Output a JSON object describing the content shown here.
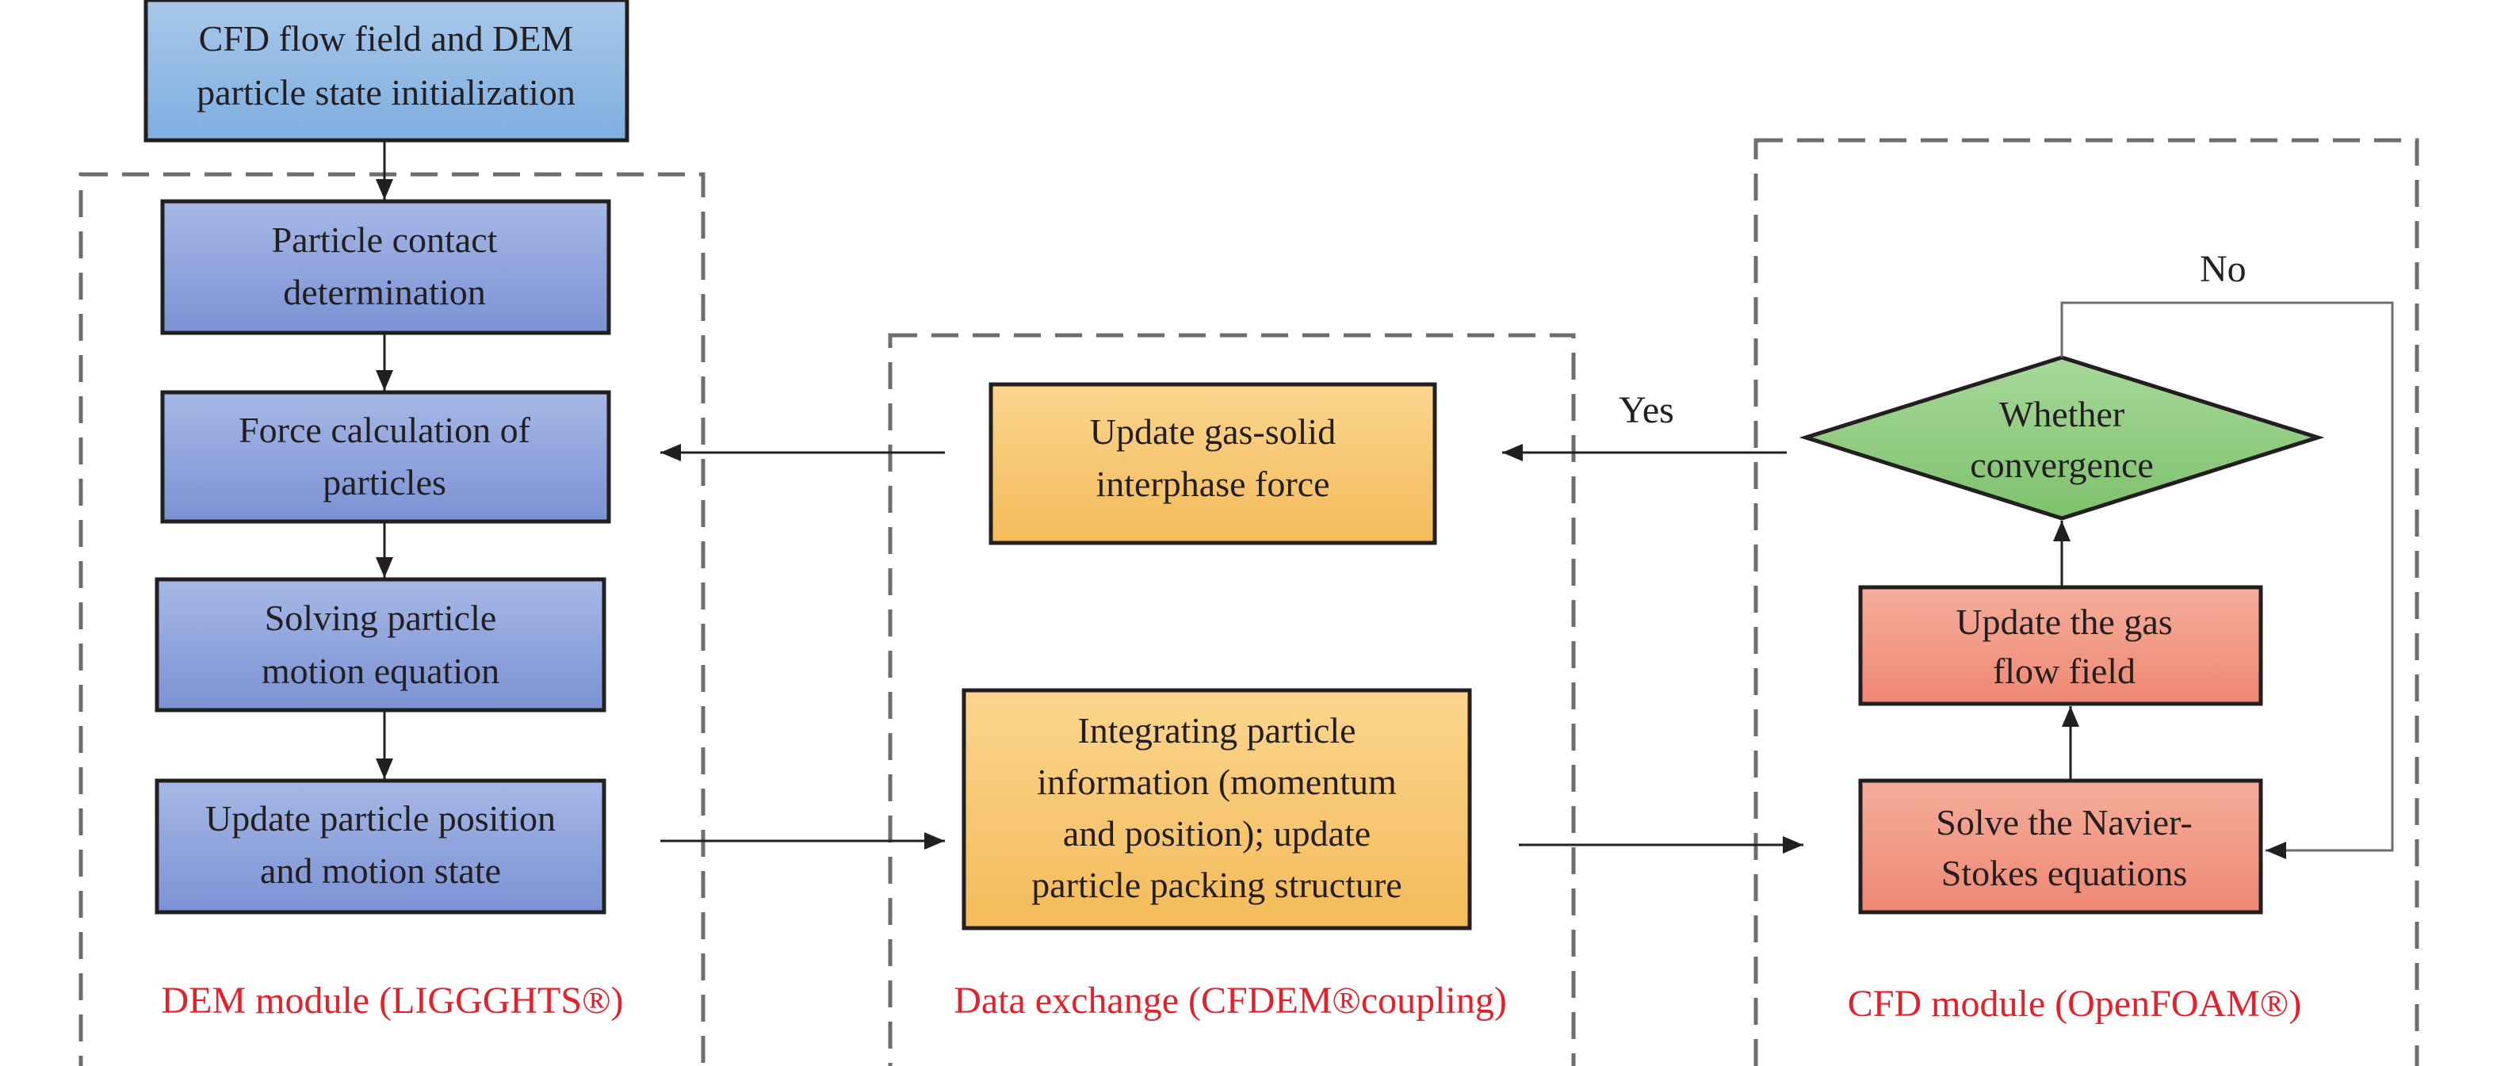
{
  "init": {
    "line1": "CFD flow field and DEM",
    "line2": "particle state initialization"
  },
  "dem": {
    "label": "DEM module (LIGGGHTS®)",
    "contact": {
      "line1": "Particle contact",
      "line2": "determination"
    },
    "force": {
      "line1": "Force calculation of",
      "line2": "particles"
    },
    "solving": {
      "line1": "Solving particle",
      "line2": "motion equation"
    },
    "update": {
      "line1": "Update particle position",
      "line2": "and motion state"
    }
  },
  "exchange": {
    "label": "Data exchange (CFDEM®coupling)",
    "gas_solid": {
      "line1": "Update gas-solid",
      "line2": "interphase force"
    },
    "integrating": {
      "line1": "Integrating particle",
      "line2": "information (momentum",
      "line3": "and position); update",
      "line4": "particle packing structure"
    }
  },
  "cfd": {
    "label": "CFD module (OpenFOAM®)",
    "convergence": {
      "line1": "Whether",
      "line2": "convergence"
    },
    "update_gas": {
      "line1": "Update the gas",
      "line2": "flow field"
    },
    "navier": {
      "line1": "Solve the Navier-",
      "line2": "Stokes equations"
    }
  },
  "edges": {
    "yes": "Yes",
    "no": "No"
  },
  "colors": {
    "blue_box": "#8ea6dc",
    "orange_box": "#f6c26a",
    "green_diamond": "#8fcb80",
    "red_box": "#f29a84",
    "module_label": "#e5202b",
    "dashed_border": "#6d6d6d"
  }
}
